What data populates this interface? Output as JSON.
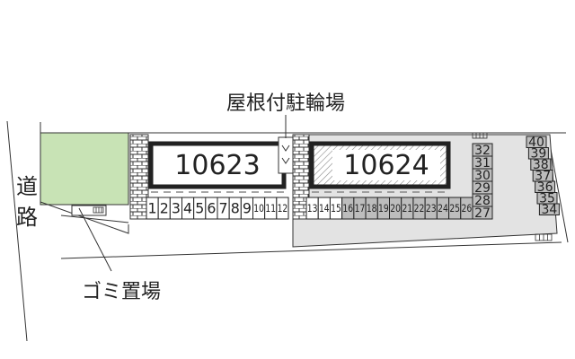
{
  "labels": {
    "bike_shelter": "屋根付駐輪場",
    "road_char1": "道",
    "road_char2": "路",
    "garbage": "ゴミ置場"
  },
  "buildings": [
    {
      "id": "10623"
    },
    {
      "id": "10624"
    }
  ],
  "parking": {
    "row_a": [
      "1",
      "2",
      "3",
      "4",
      "5",
      "6",
      "7",
      "8",
      "9",
      "10",
      "11",
      "12"
    ],
    "row_b": [
      "13",
      "14",
      "15",
      "16",
      "17",
      "18",
      "19",
      "20",
      "21",
      "22",
      "23",
      "24",
      "25",
      "26"
    ],
    "column_c": [
      "32",
      "31",
      "30",
      "29",
      "28",
      "27"
    ],
    "column_d": [
      "40",
      "39",
      "38",
      "37",
      "36",
      "35",
      "34"
    ]
  },
  "colors": {
    "green_area": "#c8e3b5",
    "gray_lot": "#e3e3e3",
    "hatched_slot": "#bdbdbd",
    "outline": "#222222"
  }
}
